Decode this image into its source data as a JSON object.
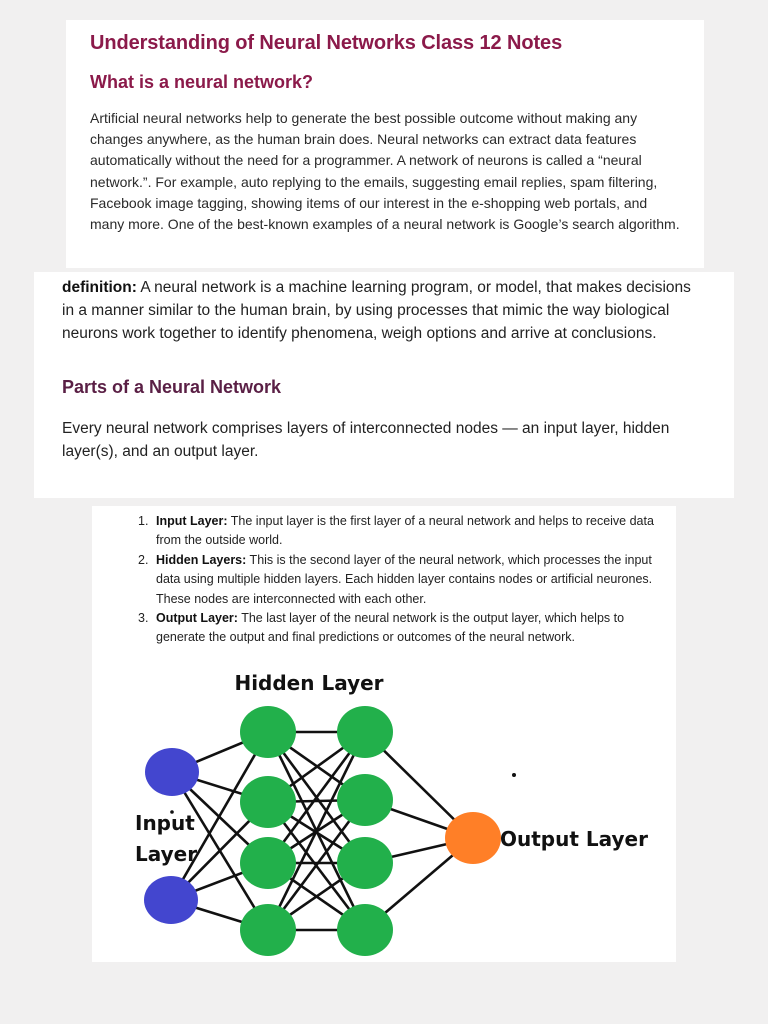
{
  "article": {
    "title": "Understanding of Neural Networks Class 12 Notes",
    "subtitle": "What is a neural network?",
    "intro": "Artificial neural networks help to generate the best possible outcome without making any changes anywhere, as the human brain does. Neural networks can extract data features automatically without the need for a programmer. A network of neurons is called a “neural network.”. For example, auto replying to the emails, suggesting email replies, spam filtering, Facebook image tagging, showing items of our interest in the e-shopping web portals, and many more. One of the best-known examples of a neural network is Google’s search algorithm."
  },
  "definition": {
    "label": "definition:",
    "text": " A neural network is a machine learning program, or model, that makes decisions in a manner similar to the human brain, by using processes that mimic the way biological neurons work together to identify phenomena, weigh options and arrive at conclusions."
  },
  "parts": {
    "heading": "Parts of a Neural Network",
    "text": "Every neural network comprises layers of interconnected nodes — an input layer, hidden layer(s), and an output layer."
  },
  "layers_list": [
    {
      "num": "1.",
      "term": "Input Layer:",
      "desc": " The input layer is the first layer of a neural network and helps to receive data from the outside world."
    },
    {
      "num": "2.",
      "term": "Hidden Layers:",
      "desc": " This is the second layer of the neural network, which processes the input data using multiple hidden layers. Each hidden layer contains nodes or artificial neurones. These nodes are interconnected with each other."
    },
    {
      "num": "3.",
      "term": "Output Layer:",
      "desc": " The last layer of the neural network is the output layer, which helps to generate the output and final predictions or outcomes of the neural network."
    }
  ],
  "diagram": {
    "hidden_label": "Hidden Layer",
    "input_label_line1": "Input",
    "input_label_line2": "Layer",
    "output_label": "Output Layer",
    "colors": {
      "input": "#4346cf",
      "hidden": "#22b04b",
      "output": "#ff7f27",
      "edge": "#111111"
    }
  }
}
